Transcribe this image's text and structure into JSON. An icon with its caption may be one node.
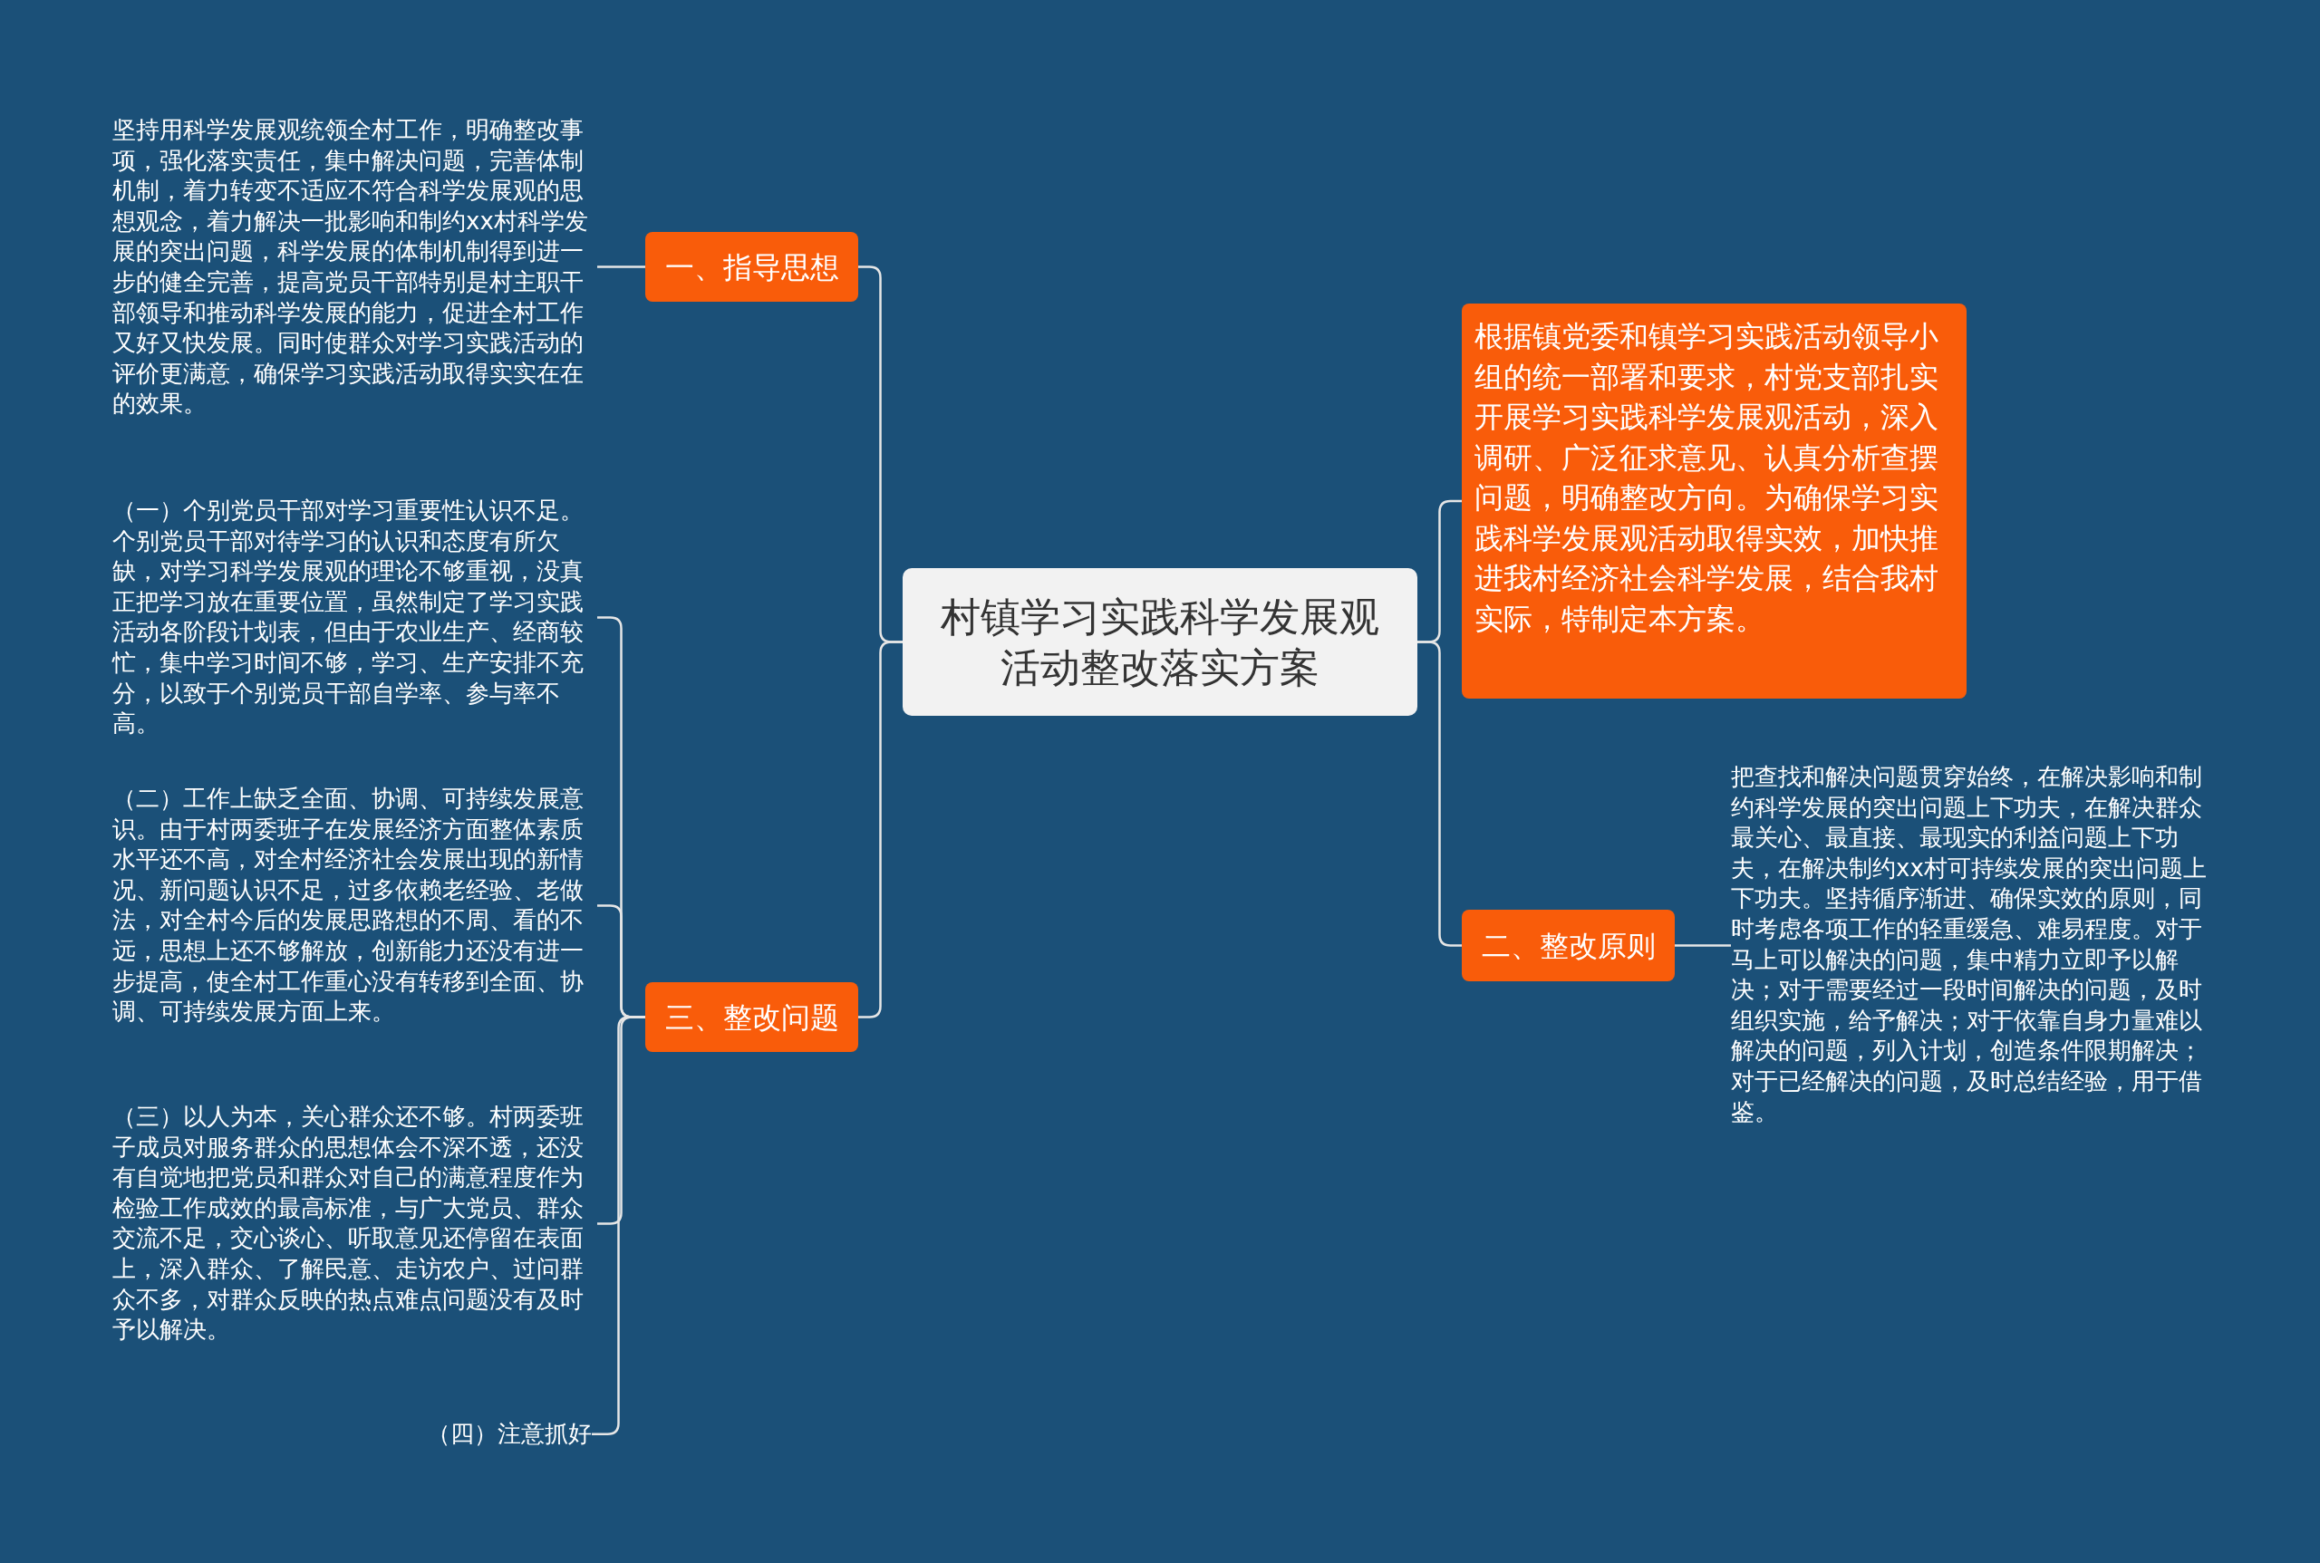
{
  "diagram": {
    "nodes": [
      {
        "text": [
          "村镇学习实践科学发展观活动整改落实方案"
        ]
      },
      {
        "text": [
          "一、指导思想"
        ]
      },
      {
        "text": [
          "坚持用科学发展观统领全村工作，明确整改事项，强化落实责任，集中解决问题，完善体制机制，着力转变不适应不符合科学发展观的思想观念，着力解决一批影响和制约xx村科学发展的突出问题，科学发展的体制机制得到进一步的健全完善，提高党员干部特别是村主职干部领导和推动科学发展的能力，促进全村工作又好又快发展。同时使群众对学习实践活动的评价更满意，确保学习实践活动取得实实在在的效果。"
        ]
      },
      {
        "text": [
          "三、整改问题"
        ]
      },
      {
        "text": [
          "（一）个别党员干部对学习重要性认识不足。个别党员干部对待学习的认识和态度有所欠缺，对学习科学发展观的理论不够重视，没真正把学习放在重要位置，虽然制定了学习实践活动各阶段计划表，但由于农业生产、经商较忙，集中学习时间不够，学习、生产安排不充分，以致于个别党员干部自学率、参与率不高。"
        ]
      },
      {
        "text": [
          "（二）工作上缺乏全面、协调、可持续发展意识。由于村两委班子在发展经济方面整体素质水平还不高，对全村经济社会发展出现的新情况、新问题认识不足，过多依赖老经验、老做法，对全村今后的发展思路想的不周、看的不远，思想上还不够解放，创新能力还没有进一步提高，使全村工作重心没有转移到全面、协调、可持续发展方面上来。"
        ]
      },
      {
        "text": [
          "（三）以人为本，关心群众还不够。村两委班子成员对服务群众的思想体会不深不透，还没有自觉地把党员和群众对自己的满意程度作为检验工作成效的最高标准，与广大党员、群众交流不足，交心谈心、听取意见还停留在表面上，深入群众、了解民意、走访农户、过问群众不多，对群众反映的热点难点问题没有及时予以解决。"
        ]
      },
      {
        "text": [
          "（四）注意抓好"
        ]
      },
      {
        "text": [
          "根据镇党委和镇学习实践活动领导小组的统一部署和要求，村党支部扎实开展学习实践科学发展观活动，深入调研、广泛征求意见、认真分析查摆问题，明确整改方向。为确保学习实践科学发展观活动取得实效，加快推进我村经济社会科学发展，结合我村实际，特制定本方案。"
        ]
      },
      {
        "text": [
          "二、整改原则"
        ]
      },
      {
        "text": [
          "把查找和解决问题贯穿始终，在解决影响和制约科学发展的突出问题上下功夫，在解决群众最关心、最直接、最现实的利益问题上下功夫，在解决制约xx村可持续发展的突出问题上下功夫。坚持循序渐进、确保实效的原则，同时考虑各项工作的轻重缓急、难易程度。对于马上可以解决的问题，集中精力立即予以解决；对于需要经过一段时间解决的问题，及时组织实施，给予解决；对于依靠自身力量难以解决的问题，列入计划，创造条件限期解决；对于已经解决的问题，及时总结经验，用于借鉴。"
        ]
      }
    ],
    "edges": [
      {
        "from": 0,
        "to": 1,
        "arrow": "none"
      },
      {
        "from": 1,
        "to": 2,
        "arrow": "none"
      },
      {
        "from": 0,
        "to": 3,
        "arrow": "none"
      },
      {
        "from": 3,
        "to": 4,
        "arrow": "none"
      },
      {
        "from": 3,
        "to": 5,
        "arrow": "none"
      },
      {
        "from": 3,
        "to": 6,
        "arrow": "none"
      },
      {
        "from": 3,
        "to": 7,
        "arrow": "none"
      },
      {
        "from": 0,
        "to": 8,
        "arrow": "none"
      },
      {
        "from": 0,
        "to": 9,
        "arrow": "none"
      },
      {
        "from": 9,
        "to": 10,
        "arrow": "none"
      }
    ]
  }
}
